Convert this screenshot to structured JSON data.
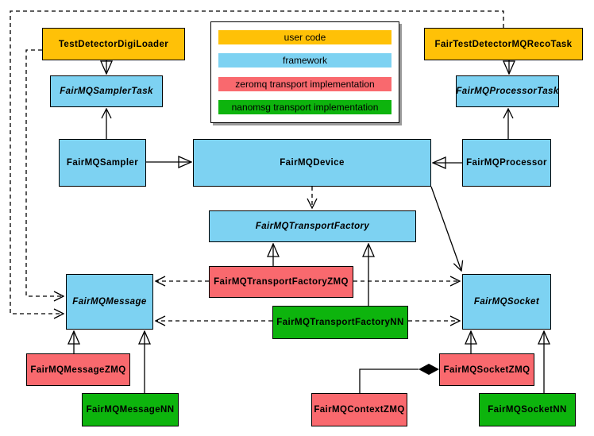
{
  "legend": {
    "items": [
      {
        "label": "user code",
        "color": "#FFC107"
      },
      {
        "label": "framework",
        "color": "#7DD2F2"
      },
      {
        "label": "zeromq transport implementation",
        "color": "#F9696E"
      },
      {
        "label": "nanomsg transport implementation",
        "color": "#0DB40D"
      }
    ]
  },
  "nodes": {
    "testDetectorDigiLoader": {
      "label": "TestDetectorDigiLoader",
      "color": "#FFC107",
      "category": "user code",
      "abstract": false
    },
    "fairTestDetectorMQRecoTask": {
      "label": "FairTestDetectorMQRecoTask",
      "color": "#FFC107",
      "category": "user code",
      "abstract": false
    },
    "fairMQSamplerTask": {
      "label": "FairMQSamplerTask",
      "color": "#7DD2F2",
      "category": "framework",
      "abstract": true
    },
    "fairMQProcessorTask": {
      "label": "FairMQProcessorTask",
      "color": "#7DD2F2",
      "category": "framework",
      "abstract": true
    },
    "fairMQSampler": {
      "label": "FairMQSampler",
      "color": "#7DD2F2",
      "category": "framework",
      "abstract": false
    },
    "fairMQDevice": {
      "label": "FairMQDevice",
      "color": "#7DD2F2",
      "category": "framework",
      "abstract": false
    },
    "fairMQProcessor": {
      "label": "FairMQProcessor",
      "color": "#7DD2F2",
      "category": "framework",
      "abstract": false
    },
    "fairMQTransportFactory": {
      "label": "FairMQTransportFactory",
      "color": "#7DD2F2",
      "category": "framework",
      "abstract": true
    },
    "fairMQTransportFactoryZMQ": {
      "label": "FairMQTransportFactoryZMQ",
      "color": "#F9696E",
      "category": "zeromq transport implementation",
      "abstract": false
    },
    "fairMQTransportFactoryNN": {
      "label": "FairMQTransportFactoryNN",
      "color": "#0DB40D",
      "category": "nanomsg transport implementation",
      "abstract": false
    },
    "fairMQMessage": {
      "label": "FairMQMessage",
      "color": "#7DD2F2",
      "category": "framework",
      "abstract": true
    },
    "fairMQSocket": {
      "label": "FairMQSocket",
      "color": "#7DD2F2",
      "category": "framework",
      "abstract": true
    },
    "fairMQMessageZMQ": {
      "label": "FairMQMessageZMQ",
      "color": "#F9696E",
      "category": "zeromq transport implementation",
      "abstract": false
    },
    "fairMQMessageNN": {
      "label": "FairMQMessageNN",
      "color": "#0DB40D",
      "category": "nanomsg transport implementation",
      "abstract": false
    },
    "fairMQSocketZMQ": {
      "label": "FairMQSocketZMQ",
      "color": "#F9696E",
      "category": "zeromq transport implementation",
      "abstract": false
    },
    "fairMQSocketNN": {
      "label": "FairMQSocketNN",
      "color": "#0DB40D",
      "category": "nanomsg transport implementation",
      "abstract": false
    },
    "fairMQContextZMQ": {
      "label": "FairMQContextZMQ",
      "color": "#F9696E",
      "category": "zeromq transport implementation",
      "abstract": false
    }
  },
  "edges": [
    {
      "from": "TestDetectorDigiLoader",
      "to": "FairMQSamplerTask",
      "type": "inheritance"
    },
    {
      "from": "FairTestDetectorMQRecoTask",
      "to": "FairMQProcessorTask",
      "type": "inheritance"
    },
    {
      "from": "FairMQSampler",
      "to": "FairMQDevice",
      "type": "inheritance"
    },
    {
      "from": "FairMQProcessor",
      "to": "FairMQDevice",
      "type": "inheritance"
    },
    {
      "from": "FairMQSampler",
      "to": "FairMQSamplerTask",
      "type": "association"
    },
    {
      "from": "FairMQProcessor",
      "to": "FairMQProcessorTask",
      "type": "association"
    },
    {
      "from": "FairMQDevice",
      "to": "FairMQTransportFactory",
      "type": "dependency"
    },
    {
      "from": "FairMQDevice",
      "to": "FairMQSocket",
      "type": "association"
    },
    {
      "from": "FairMQTransportFactoryZMQ",
      "to": "FairMQTransportFactory",
      "type": "inheritance"
    },
    {
      "from": "FairMQTransportFactoryNN",
      "to": "FairMQTransportFactory",
      "type": "inheritance"
    },
    {
      "from": "FairMQTransportFactoryZMQ",
      "to": "FairMQMessage",
      "type": "dependency"
    },
    {
      "from": "FairMQTransportFactoryZMQ",
      "to": "FairMQSocket",
      "type": "dependency"
    },
    {
      "from": "FairMQTransportFactoryNN",
      "to": "FairMQMessage",
      "type": "dependency"
    },
    {
      "from": "FairMQTransportFactoryNN",
      "to": "FairMQSocket",
      "type": "dependency"
    },
    {
      "from": "TestDetectorDigiLoader",
      "to": "FairMQMessage",
      "type": "dependency"
    },
    {
      "from": "FairTestDetectorMQRecoTask",
      "to": "FairMQMessage",
      "type": "dependency"
    },
    {
      "from": "FairMQMessageZMQ",
      "to": "FairMQMessage",
      "type": "inheritance"
    },
    {
      "from": "FairMQMessageNN",
      "to": "FairMQMessage",
      "type": "inheritance"
    },
    {
      "from": "FairMQSocketZMQ",
      "to": "FairMQSocket",
      "type": "inheritance"
    },
    {
      "from": "FairMQSocketNN",
      "to": "FairMQSocket",
      "type": "inheritance"
    },
    {
      "from": "FairMQSocketZMQ",
      "to": "FairMQContextZMQ",
      "type": "composition"
    }
  ]
}
